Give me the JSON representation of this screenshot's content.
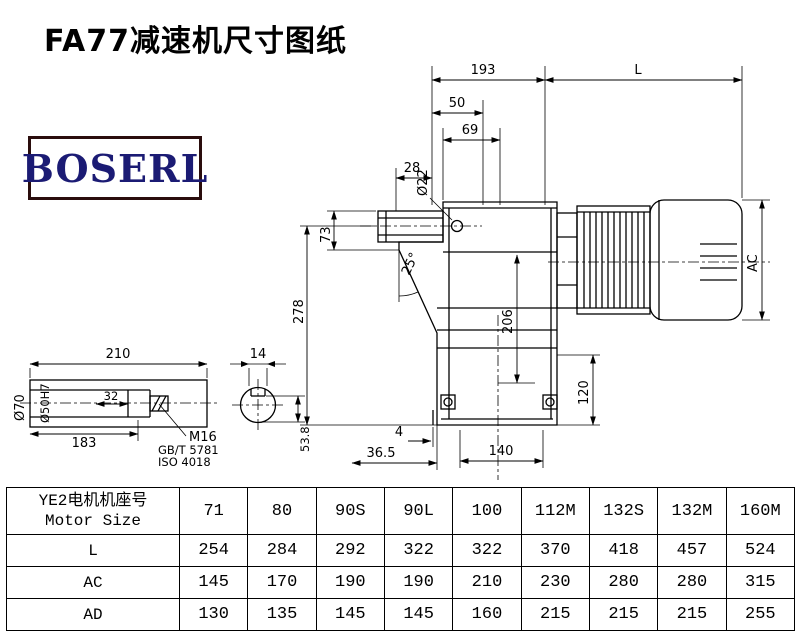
{
  "title": "FA77减速机尺寸图纸",
  "logo": {
    "text": "BOSERL"
  },
  "drawing": {
    "dims": {
      "top_193": "193",
      "top_L": "L",
      "d50": "50",
      "d69": "69",
      "d28": "28",
      "dia22": "Ø22",
      "d73": "73",
      "angle25": "25°",
      "d278": "278",
      "d206": "206",
      "ac": "AC",
      "d120": "120",
      "d4": "4",
      "d36_5": "36.5",
      "d140": "140",
      "d210": "210",
      "d14": "14",
      "dia70": "Ø70",
      "dia50h7": "Ø50H7",
      "d32": "32",
      "d183": "183",
      "m16": "M16",
      "gb": "GB/T 5781",
      "iso": "ISO 4018",
      "d53_8": "53.8"
    }
  },
  "table": {
    "header": {
      "line1": "YE2电机机座号",
      "line2": "Motor Size"
    },
    "sizes": [
      "71",
      "80",
      "90S",
      "90L",
      "100",
      "112M",
      "132S",
      "132M",
      "160M"
    ],
    "rows": [
      {
        "label": "L",
        "values": [
          "254",
          "284",
          "292",
          "322",
          "322",
          "370",
          "418",
          "457",
          "524"
        ]
      },
      {
        "label": "AC",
        "values": [
          "145",
          "170",
          "190",
          "190",
          "210",
          "230",
          "280",
          "280",
          "315"
        ]
      },
      {
        "label": "AD",
        "values": [
          "130",
          "135",
          "145",
          "145",
          "160",
          "215",
          "215",
          "215",
          "255"
        ]
      }
    ]
  }
}
